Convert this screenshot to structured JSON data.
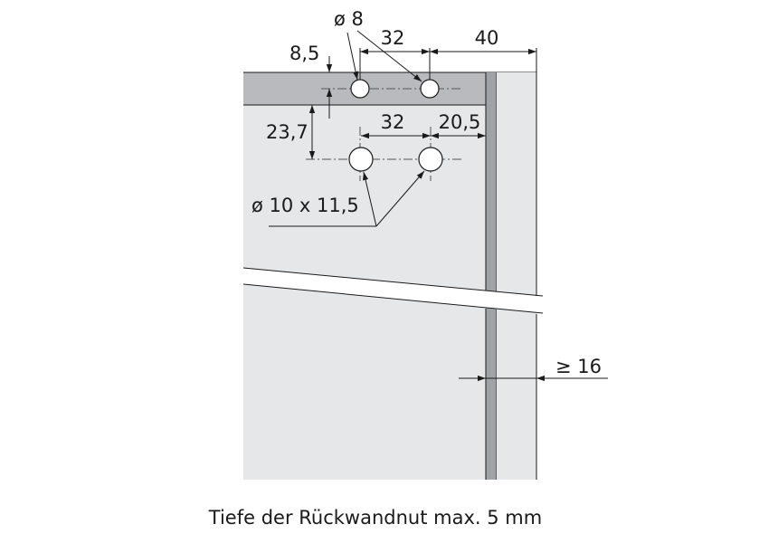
{
  "colors": {
    "panel": "#e6e7e9",
    "strip": "#b8babe",
    "groove": "#9fa2a6",
    "line": "#1a1a1a"
  },
  "labels": {
    "dia_small": "ø 8",
    "dim_32_top": "32",
    "dim_40": "40",
    "dim_8_5": "8,5",
    "dim_23_7": "23,7",
    "dim_32_mid": "32",
    "dim_20_5": "20,5",
    "dia_large": "ø 10 x 11,5",
    "dim_ge_16": "≥ 16"
  },
  "caption": "Tiefe der Rückwandnut max. 5 mm"
}
